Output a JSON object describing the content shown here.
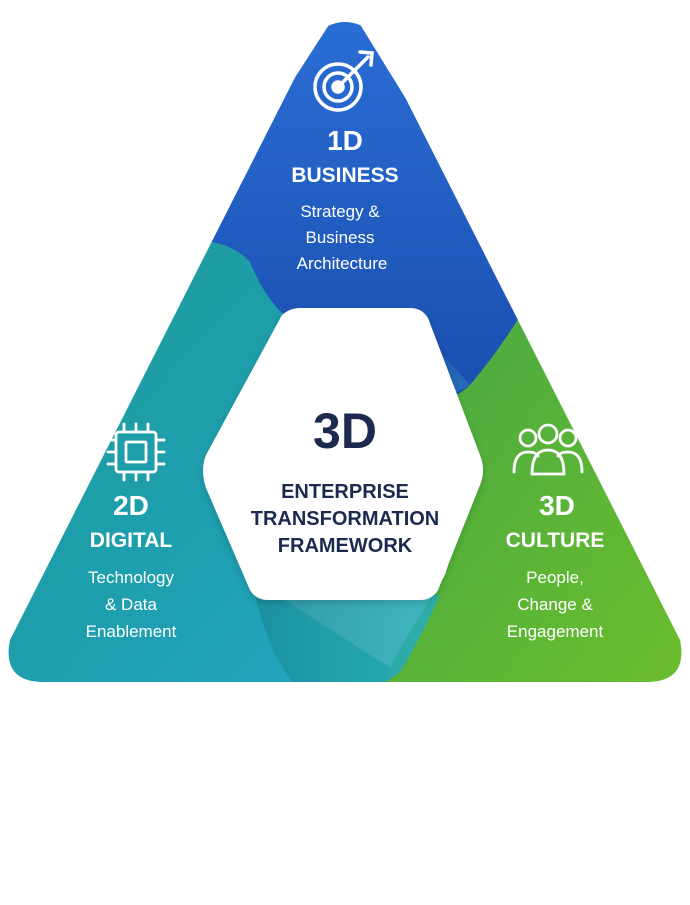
{
  "colors": {
    "business": "#1f5fc4",
    "digital": "#1f9bb0",
    "culture": "#5cb536",
    "center_text": "#1b2a4e"
  },
  "center": {
    "number": "3D",
    "lines": [
      "ENTERPRISE",
      "TRANSFORMATION",
      "FRAMEWORK"
    ]
  },
  "segments": {
    "business": {
      "icon": "target-arrow-icon",
      "number": "1D",
      "title": "BUSINESS",
      "desc": [
        "Strategy &",
        "Business",
        "Architecture"
      ]
    },
    "digital": {
      "icon": "microchip-icon",
      "number": "2D",
      "title": "DIGITAL",
      "desc": [
        "Technology",
        "& Data",
        "Enablement"
      ]
    },
    "culture": {
      "icon": "people-group-icon",
      "number": "3D",
      "title": "CULTURE",
      "desc": [
        "People,",
        "Change &",
        "Engagement"
      ]
    }
  }
}
